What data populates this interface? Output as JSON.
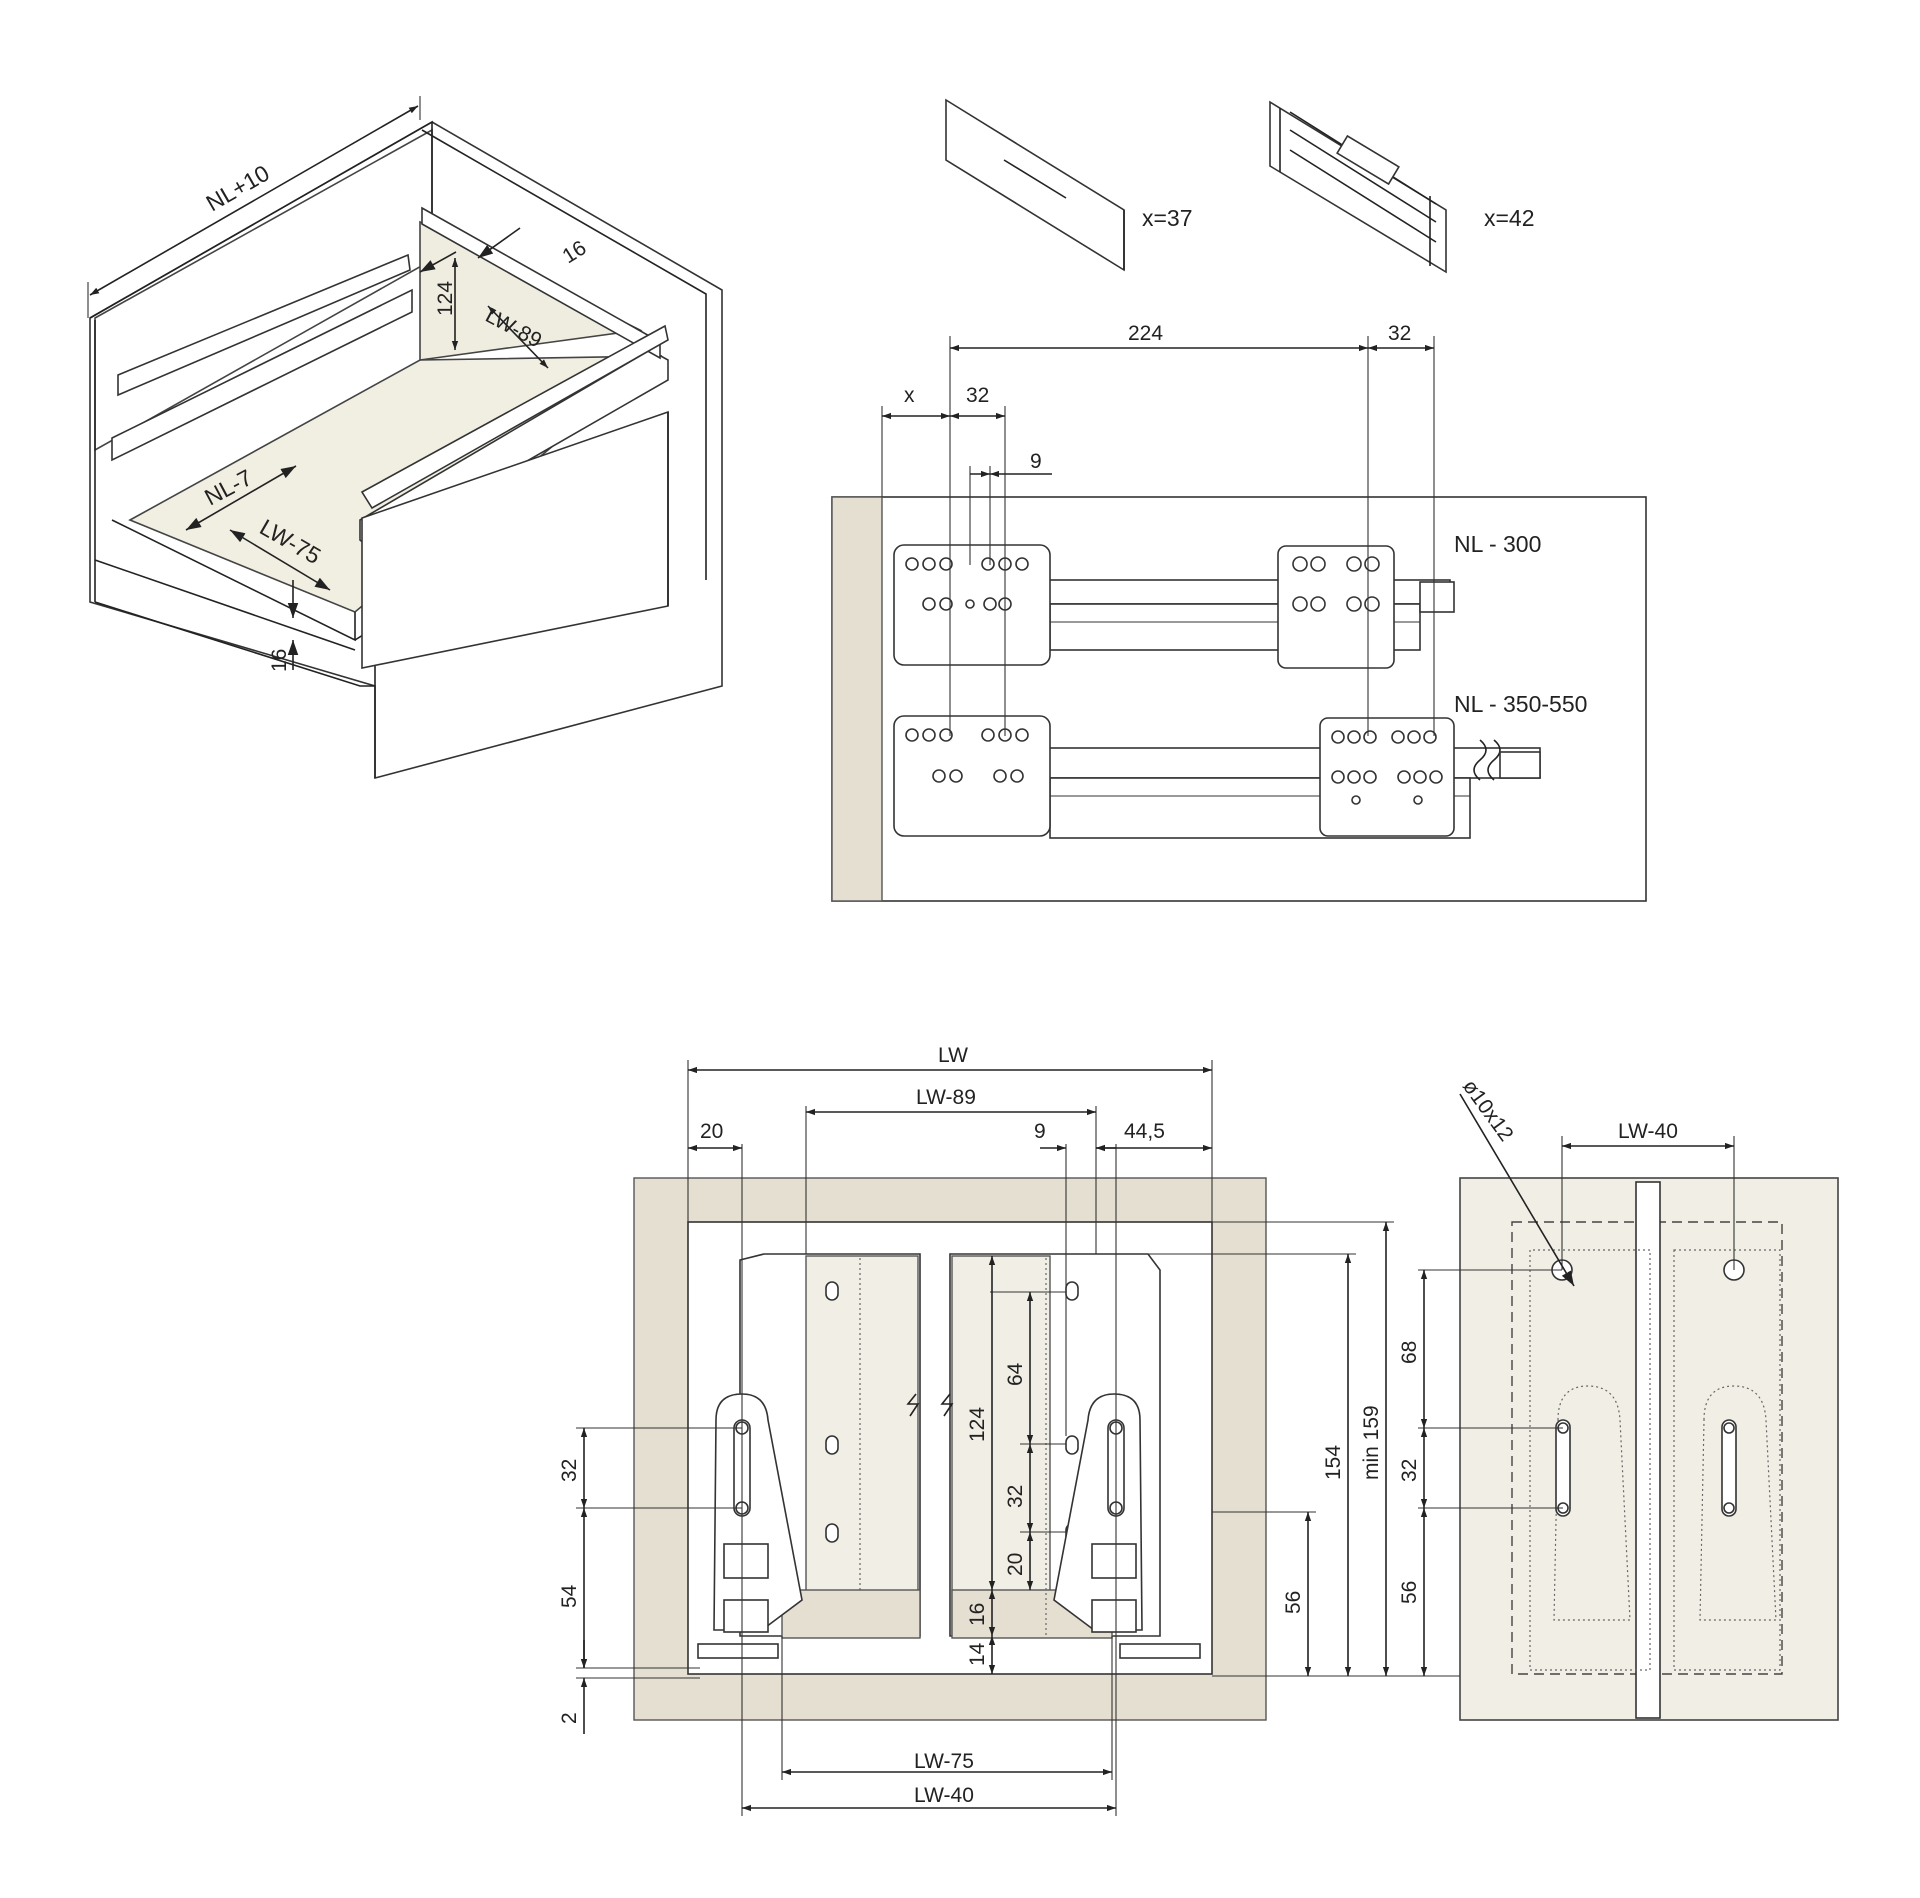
{
  "iso_view": {
    "dim_nl_plus_10": "NL+10",
    "dim_16_top": "16",
    "dim_124": "124",
    "dim_lw_89": "LW-89",
    "dim_nl_7": "NL-7",
    "dim_lw_75": "LW-75",
    "dim_16_bottom": "16"
  },
  "front_types": {
    "panel_front_x": "x=37",
    "rail_front_x": "x=42"
  },
  "side_view": {
    "dim_224": "224",
    "dim_32_right": "32",
    "dim_x": "x",
    "dim_32_left": "32",
    "dim_9": "9",
    "label_nl_300": "NL - 300",
    "label_nl_350_550": "NL - 350-550"
  },
  "front_view": {
    "dim_lw": "LW",
    "dim_lw_89": "LW-89",
    "dim_20": "20",
    "dim_9": "9",
    "dim_44_5": "44,5",
    "dim_32_left": "32",
    "dim_54": "54",
    "dim_2": "2",
    "dim_64": "64",
    "dim_124": "124",
    "dim_32_mid": "32",
    "dim_20_mid": "20",
    "dim_16": "16",
    "dim_14": "14",
    "dim_56": "56",
    "dim_154": "154",
    "dim_min_159": "min 159",
    "dim_lw_75": "LW-75",
    "dim_lw_40": "LW-40"
  },
  "rear_view": {
    "dim_hole": "ø10x12",
    "dim_lw_40": "LW-40",
    "dim_68": "68",
    "dim_32": "32",
    "dim_56": "56"
  }
}
